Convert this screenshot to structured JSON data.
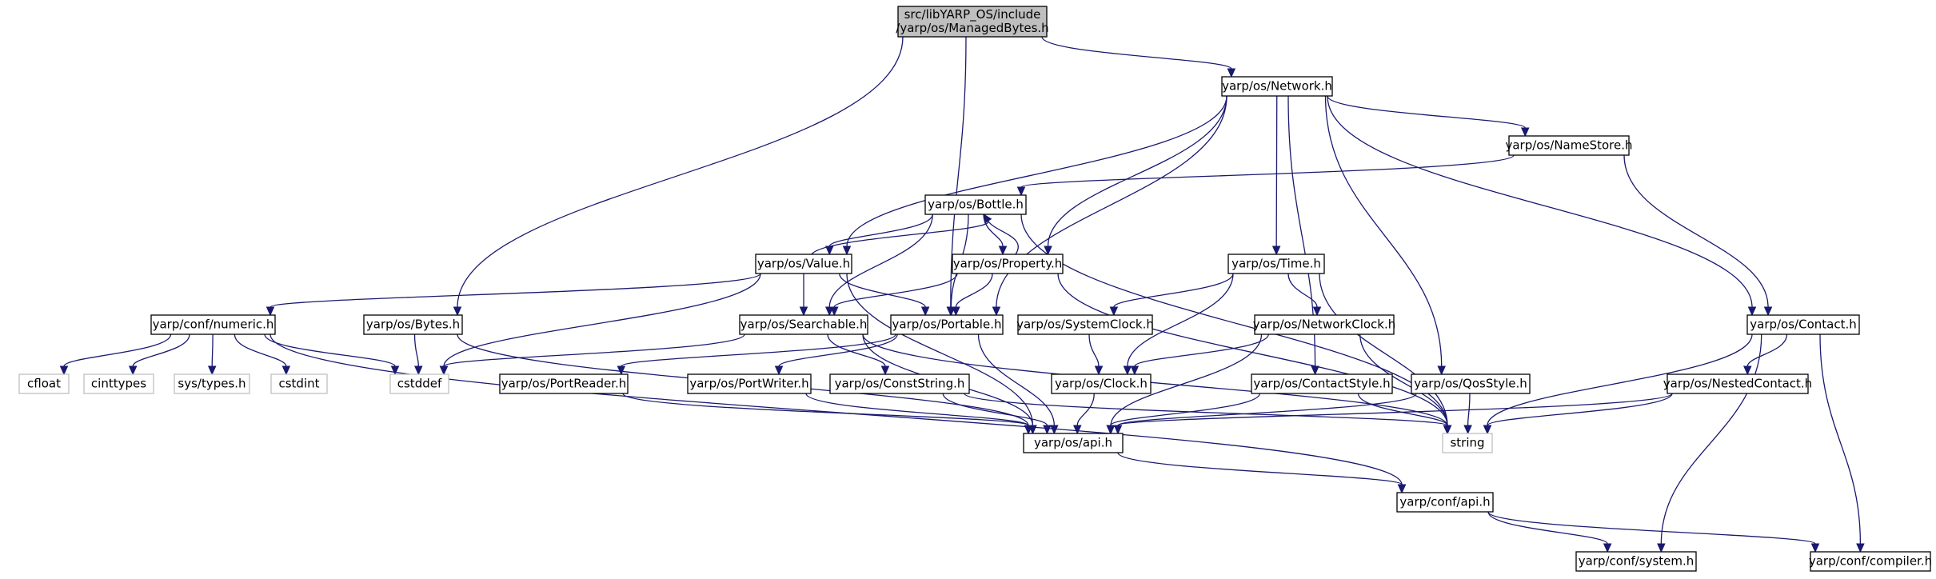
{
  "nodes": [
    {
      "id": "main",
      "kind": "main",
      "lines": [
        "src/libYARP_OS/include",
        "/yarp/os/ManagedBytes.h"
      ]
    },
    {
      "id": "network",
      "kind": "normal",
      "lines": [
        "yarp/os/Network.h"
      ]
    },
    {
      "id": "namestore",
      "kind": "normal",
      "lines": [
        "yarp/os/NameStore.h"
      ]
    },
    {
      "id": "bottle",
      "kind": "normal",
      "lines": [
        "yarp/os/Bottle.h"
      ]
    },
    {
      "id": "value",
      "kind": "normal",
      "lines": [
        "yarp/os/Value.h"
      ]
    },
    {
      "id": "property",
      "kind": "normal",
      "lines": [
        "yarp/os/Property.h"
      ]
    },
    {
      "id": "time",
      "kind": "normal",
      "lines": [
        "yarp/os/Time.h"
      ]
    },
    {
      "id": "numeric",
      "kind": "normal",
      "lines": [
        "yarp/conf/numeric.h"
      ]
    },
    {
      "id": "bytes",
      "kind": "normal",
      "lines": [
        "yarp/os/Bytes.h"
      ]
    },
    {
      "id": "searchable",
      "kind": "normal",
      "lines": [
        "yarp/os/Searchable.h"
      ]
    },
    {
      "id": "portable",
      "kind": "normal",
      "lines": [
        "yarp/os/Portable.h"
      ]
    },
    {
      "id": "systemclock",
      "kind": "normal",
      "lines": [
        "yarp/os/SystemClock.h"
      ]
    },
    {
      "id": "networkclock",
      "kind": "normal",
      "lines": [
        "yarp/os/NetworkClock.h"
      ]
    },
    {
      "id": "contact",
      "kind": "normal",
      "lines": [
        "yarp/os/Contact.h"
      ]
    },
    {
      "id": "cfloat",
      "kind": "system",
      "lines": [
        "cfloat"
      ]
    },
    {
      "id": "cinttypes",
      "kind": "system",
      "lines": [
        "cinttypes"
      ]
    },
    {
      "id": "systypes",
      "kind": "system",
      "lines": [
        "sys/types.h"
      ]
    },
    {
      "id": "cstdint",
      "kind": "system",
      "lines": [
        "cstdint"
      ]
    },
    {
      "id": "cstddef",
      "kind": "system",
      "lines": [
        "cstddef"
      ]
    },
    {
      "id": "portreader",
      "kind": "normal",
      "lines": [
        "yarp/os/PortReader.h"
      ]
    },
    {
      "id": "portwriter",
      "kind": "normal",
      "lines": [
        "yarp/os/PortWriter.h"
      ]
    },
    {
      "id": "conststring",
      "kind": "normal",
      "lines": [
        "yarp/os/ConstString.h"
      ]
    },
    {
      "id": "clock",
      "kind": "normal",
      "lines": [
        "yarp/os/Clock.h"
      ]
    },
    {
      "id": "contactstyle",
      "kind": "normal",
      "lines": [
        "yarp/os/ContactStyle.h"
      ]
    },
    {
      "id": "qosstyle",
      "kind": "normal",
      "lines": [
        "yarp/os/QosStyle.h"
      ]
    },
    {
      "id": "nestedcontact",
      "kind": "normal",
      "lines": [
        "yarp/os/NestedContact.h"
      ]
    },
    {
      "id": "string",
      "kind": "system",
      "lines": [
        "string"
      ]
    },
    {
      "id": "osapi",
      "kind": "normal",
      "lines": [
        "yarp/os/api.h"
      ]
    },
    {
      "id": "confapi",
      "kind": "normal",
      "lines": [
        "yarp/conf/api.h"
      ]
    },
    {
      "id": "system",
      "kind": "normal",
      "lines": [
        "yarp/conf/system.h"
      ]
    },
    {
      "id": "compiler",
      "kind": "normal",
      "lines": [
        "yarp/conf/compiler.h"
      ]
    }
  ],
  "edges": [
    [
      "main",
      "network"
    ],
    [
      "main",
      "bytes"
    ],
    [
      "main",
      "portable"
    ],
    [
      "network",
      "namestore"
    ],
    [
      "network",
      "value"
    ],
    [
      "network",
      "property"
    ],
    [
      "network",
      "portable"
    ],
    [
      "network",
      "time"
    ],
    [
      "network",
      "contactstyle"
    ],
    [
      "network",
      "qosstyle"
    ],
    [
      "network",
      "contact"
    ],
    [
      "namestore",
      "bottle"
    ],
    [
      "namestore",
      "contact"
    ],
    [
      "bottle",
      "value"
    ],
    [
      "bottle",
      "property"
    ],
    [
      "bottle",
      "searchable"
    ],
    [
      "bottle",
      "portable"
    ],
    [
      "bottle",
      "string"
    ],
    [
      "value",
      "bottle"
    ],
    [
      "value",
      "numeric"
    ],
    [
      "value",
      "searchable"
    ],
    [
      "value",
      "portable"
    ],
    [
      "value",
      "cstddef"
    ],
    [
      "value",
      "osapi"
    ],
    [
      "property",
      "bottle"
    ],
    [
      "property",
      "searchable"
    ],
    [
      "property",
      "portable"
    ],
    [
      "property",
      "string"
    ],
    [
      "time",
      "systemclock"
    ],
    [
      "time",
      "networkclock"
    ],
    [
      "time",
      "clock"
    ],
    [
      "time",
      "string"
    ],
    [
      "numeric",
      "cfloat"
    ],
    [
      "numeric",
      "cinttypes"
    ],
    [
      "numeric",
      "systypes"
    ],
    [
      "numeric",
      "cstdint"
    ],
    [
      "numeric",
      "cstddef"
    ],
    [
      "numeric",
      "confapi"
    ],
    [
      "bytes",
      "cstddef"
    ],
    [
      "bytes",
      "osapi"
    ],
    [
      "searchable",
      "conststring"
    ],
    [
      "searchable",
      "cstddef"
    ],
    [
      "searchable",
      "osapi"
    ],
    [
      "searchable",
      "string"
    ],
    [
      "portable",
      "portreader"
    ],
    [
      "portable",
      "portwriter"
    ],
    [
      "portable",
      "osapi"
    ],
    [
      "systemclock",
      "clock"
    ],
    [
      "networkclock",
      "clock"
    ],
    [
      "networkclock",
      "osapi"
    ],
    [
      "networkclock",
      "string"
    ],
    [
      "contact",
      "nestedcontact"
    ],
    [
      "contact",
      "string"
    ],
    [
      "contact",
      "system"
    ],
    [
      "contact",
      "compiler"
    ],
    [
      "portreader",
      "osapi"
    ],
    [
      "portwriter",
      "osapi"
    ],
    [
      "conststring",
      "osapi"
    ],
    [
      "conststring",
      "string"
    ],
    [
      "clock",
      "osapi"
    ],
    [
      "contactstyle",
      "osapi"
    ],
    [
      "contactstyle",
      "string"
    ],
    [
      "qosstyle",
      "osapi"
    ],
    [
      "qosstyle",
      "string"
    ],
    [
      "nestedcontact",
      "osapi"
    ],
    [
      "nestedcontact",
      "string"
    ],
    [
      "osapi",
      "confapi"
    ],
    [
      "confapi",
      "system"
    ],
    [
      "confapi",
      "compiler"
    ]
  ],
  "colors": {
    "edge": "#191970",
    "main_fill": "#bfbfbf",
    "node_border": "#000000",
    "system_border": "#bfbfbf"
  }
}
